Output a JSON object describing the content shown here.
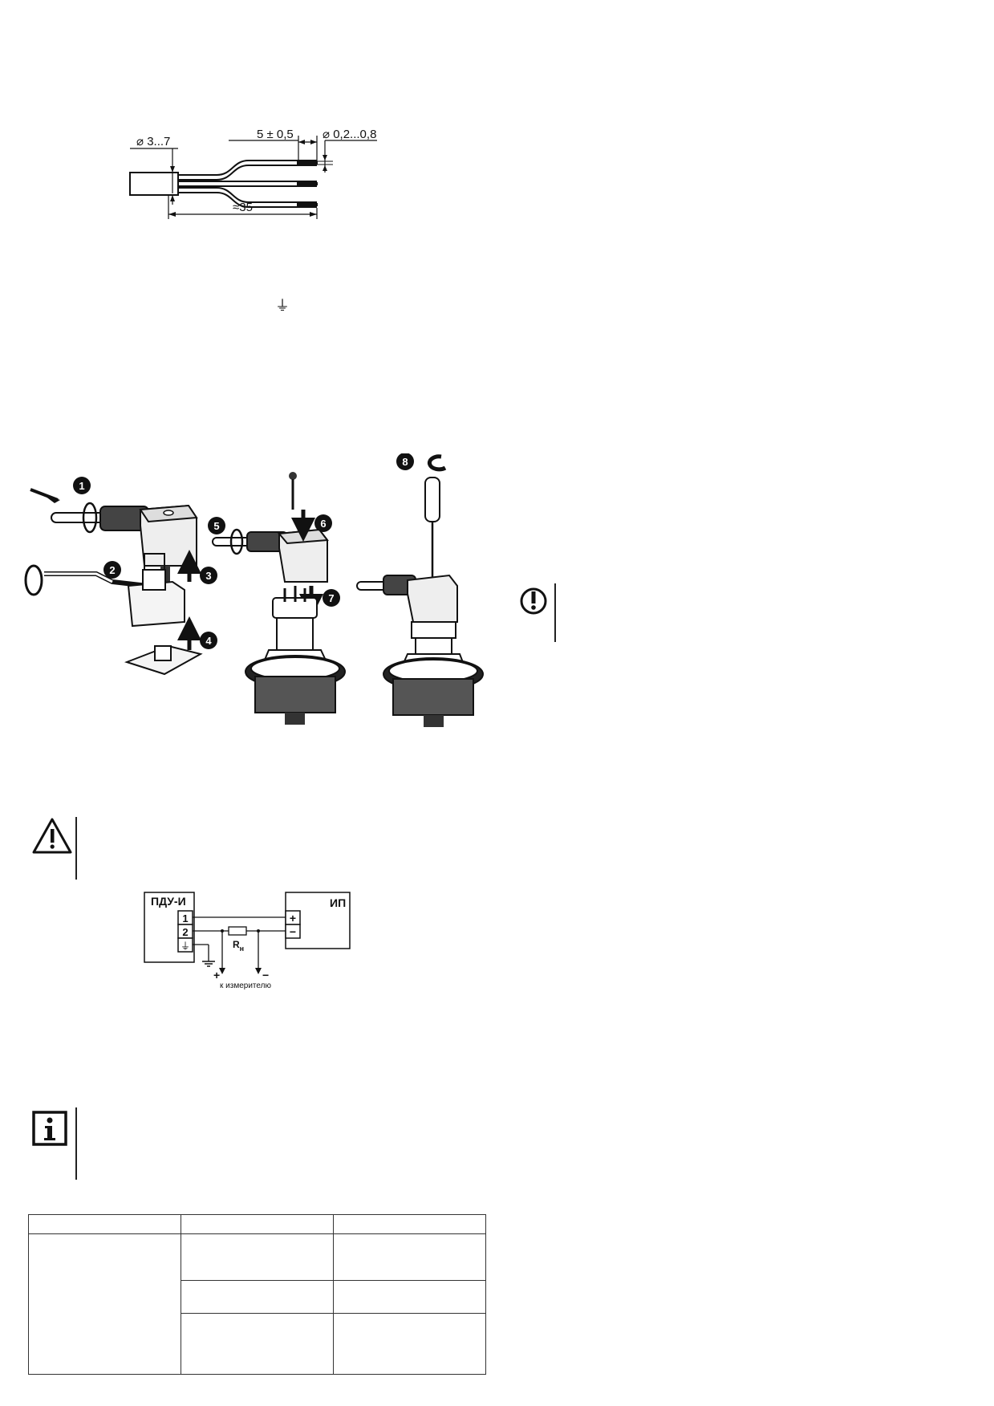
{
  "wire_diagram": {
    "diameter_label": "⌀ 3...7",
    "strip_label": "5 ± 0,5",
    "wire_diameter_label": "⌀ 0,2...0,8",
    "length_label": "≈35"
  },
  "ground_symbol": "⏚",
  "assembly": {
    "steps": [
      "1",
      "2",
      "3",
      "4",
      "5",
      "6",
      "7",
      "8"
    ]
  },
  "circuit": {
    "device_label": "ПДУ-И",
    "terminals": [
      "1",
      "2",
      "⏚"
    ],
    "power_label": "ИП",
    "plus": "+",
    "minus": "−",
    "resistor_label": "R",
    "resistor_sub": "н",
    "meter_plus": "+",
    "meter_minus": "−",
    "meter_caption": "к измерителю"
  },
  "table": {
    "rows": [
      [
        "",
        "",
        ""
      ],
      [
        "",
        "",
        ""
      ],
      [
        "",
        "",
        ""
      ],
      [
        "",
        "",
        ""
      ]
    ]
  }
}
